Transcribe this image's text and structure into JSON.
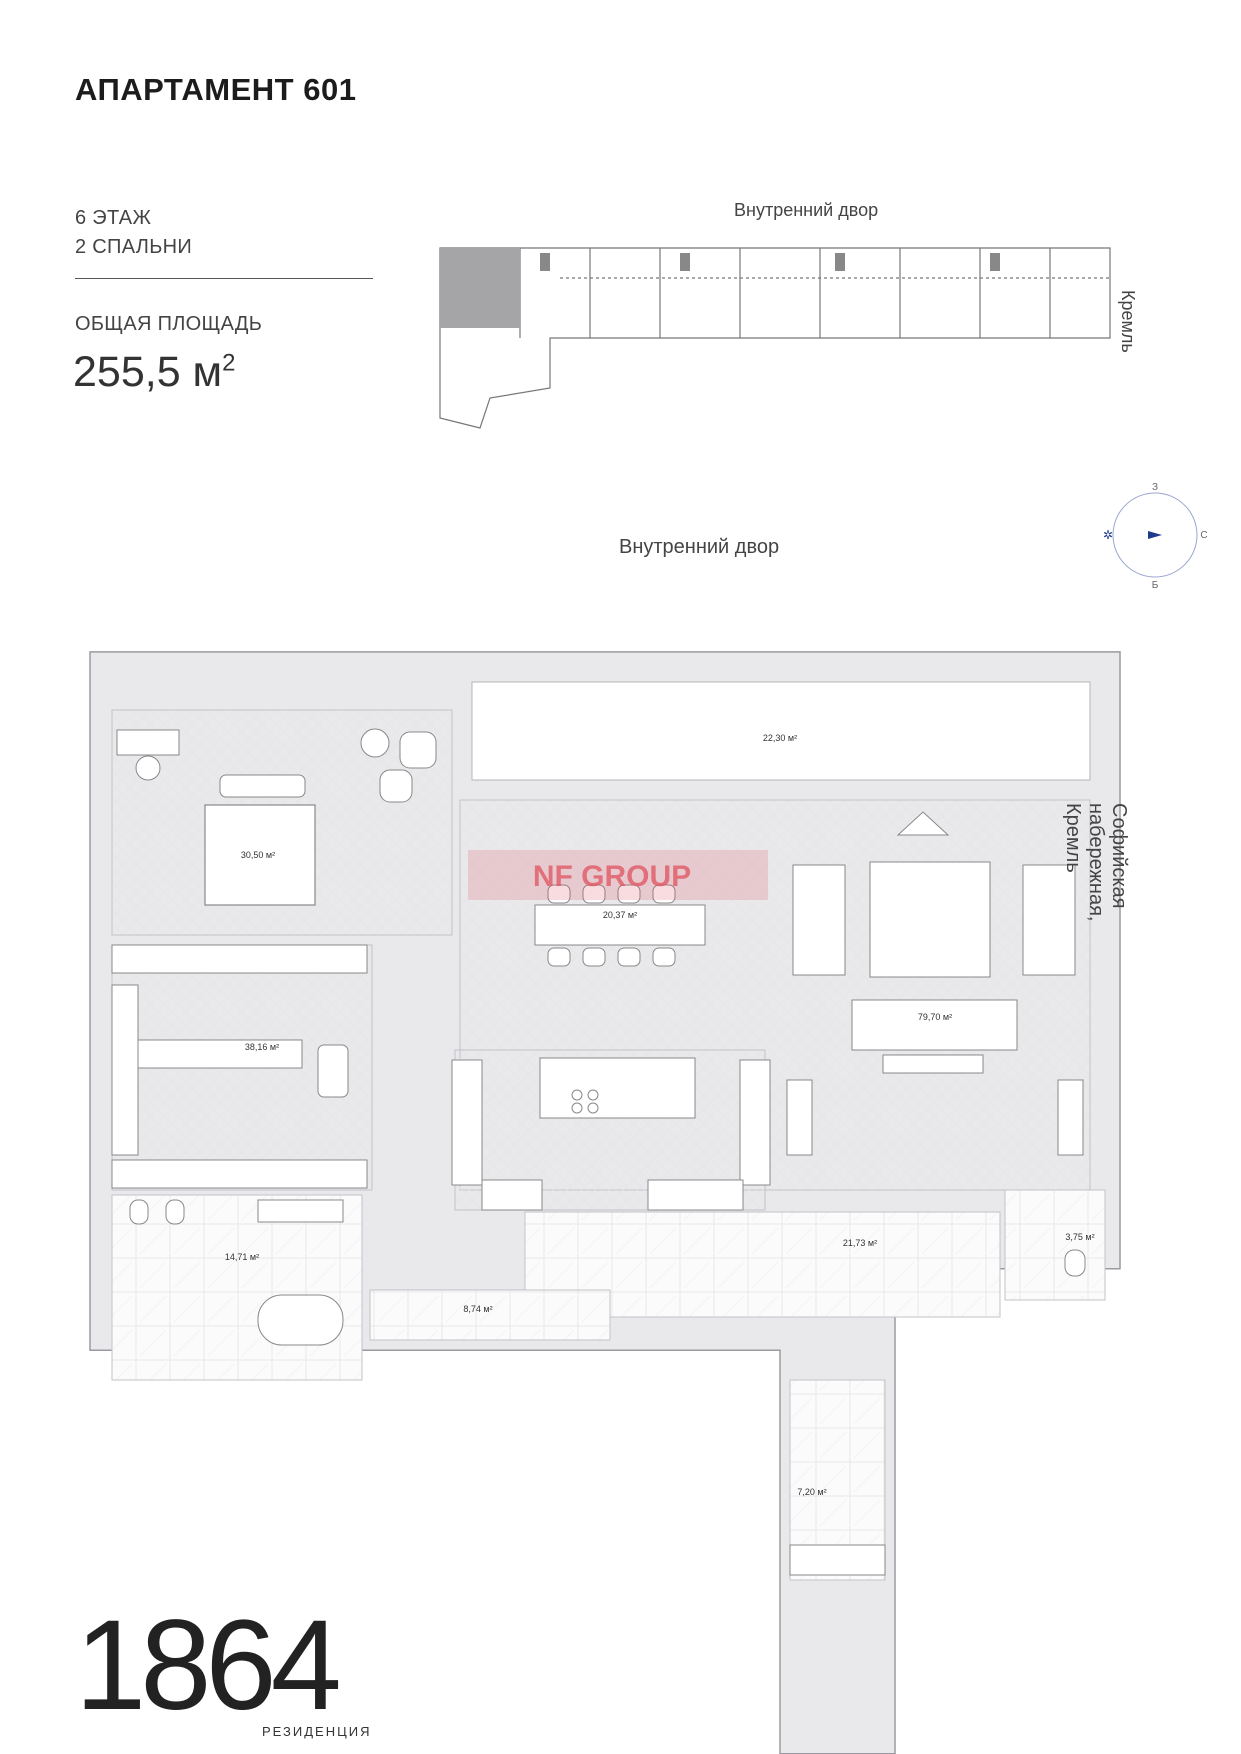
{
  "header": {
    "title": "АПАРТАМЕНТ 601",
    "floor": "6 ЭТАЖ",
    "bedrooms": "2 СПАЛЬНИ",
    "area_label": "ОБЩАЯ ПЛОЩАДЬ",
    "area_value": "255,5 м",
    "area_unit_sup": "2"
  },
  "keyplan": {
    "top_label": "Внутренний двор",
    "side_label": "Кремль"
  },
  "compass": {
    "north": "З",
    "south": "Б",
    "east": "С"
  },
  "plan": {
    "courtyard_label": "Внутренний двор",
    "embankment_label": "Софийская набережная, Кремль",
    "rooms": [
      {
        "name": "terrace",
        "area": "22,30 м²"
      },
      {
        "name": "master-bedroom",
        "area": "30,50 м²"
      },
      {
        "name": "dining",
        "area": "20,37 м²"
      },
      {
        "name": "living-room",
        "area": "79,70 м²"
      },
      {
        "name": "dressing-room",
        "area": "38,16 м²"
      },
      {
        "name": "master-bathroom",
        "area": "14,71 м²"
      },
      {
        "name": "corridor",
        "area": "8,74 м²"
      },
      {
        "name": "hall",
        "area": "21,73 м²"
      },
      {
        "name": "guest-wc",
        "area": "3,75 м²"
      },
      {
        "name": "utility",
        "area": "7,20 м²"
      }
    ]
  },
  "watermark": "NF GROUP",
  "logo": {
    "digits": "1864",
    "word": "РЕЗИДЕНЦИЯ"
  },
  "colors": {
    "wall": "#e9e9ec",
    "wall_stroke": "#9a9aa0",
    "accent": "#1f3b8c",
    "watermark": "#e0525f"
  }
}
